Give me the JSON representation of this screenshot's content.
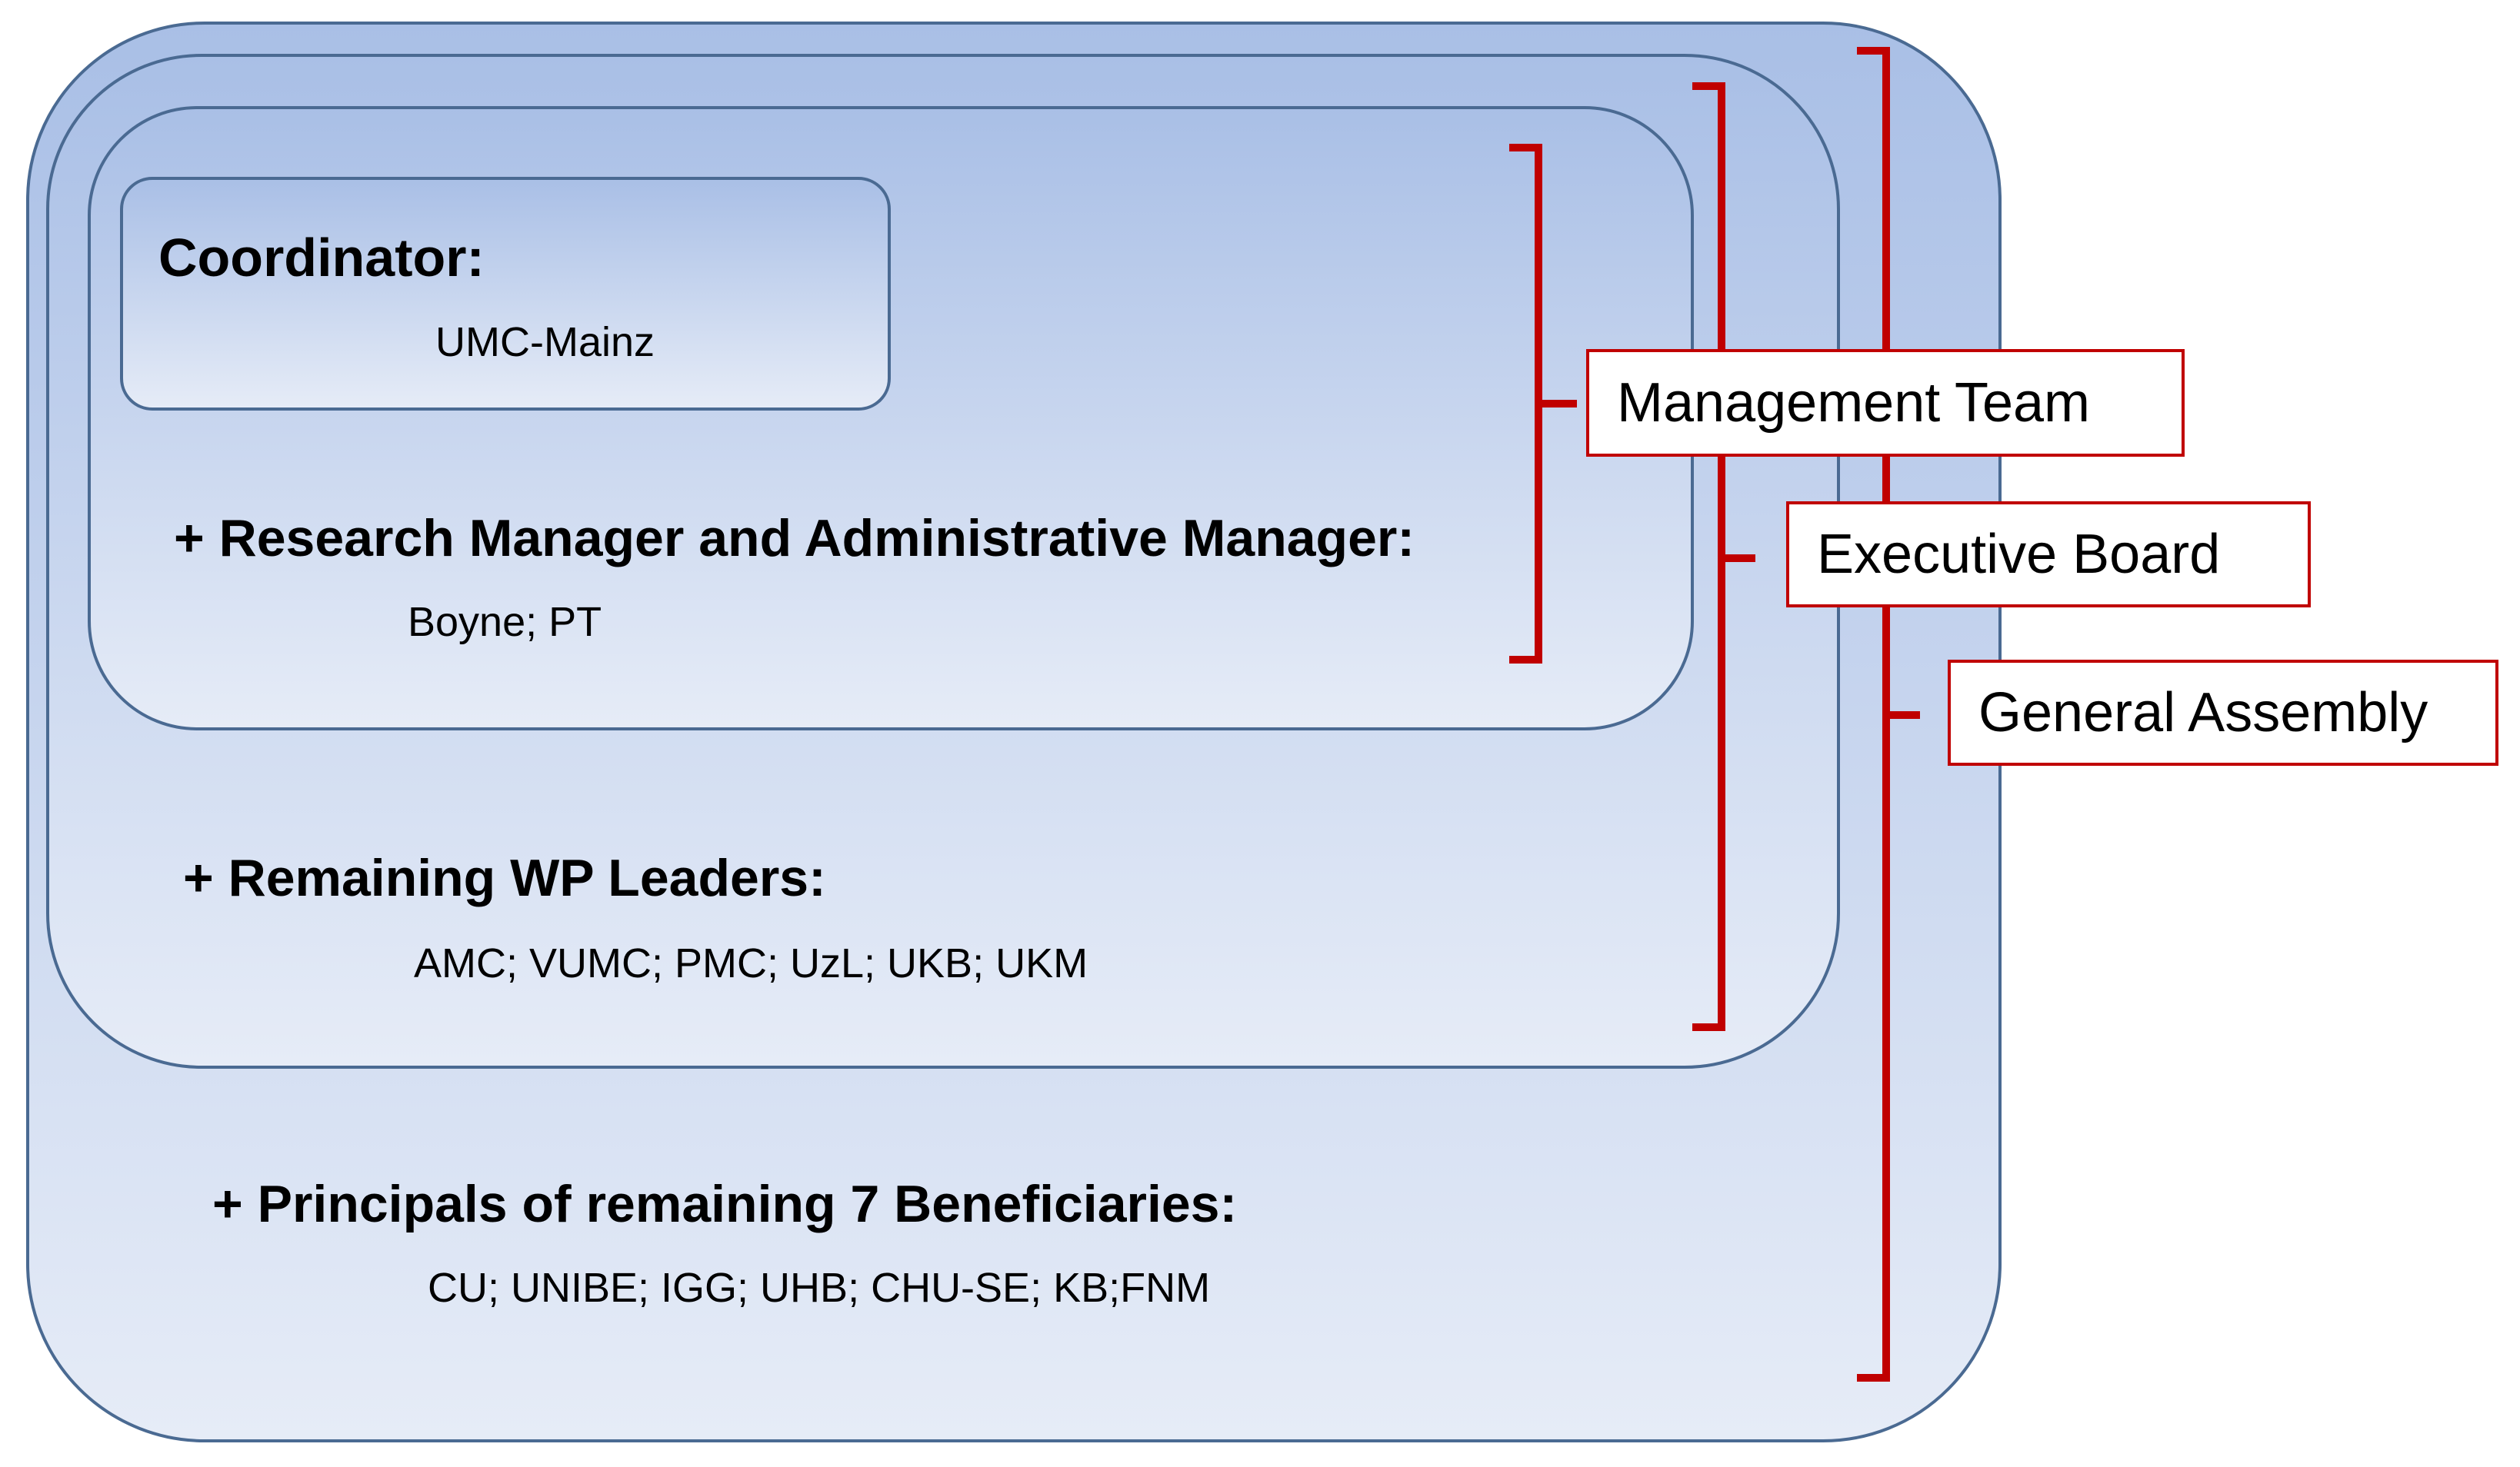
{
  "colors": {
    "panel_top": "#a9bfe6",
    "panel_bottom": "#e6ecf7",
    "panel_border": "#4a6a92",
    "bracket": "#c00000"
  },
  "groups": {
    "coordinator": {
      "heading": "Coordinator:",
      "members": "UMC-Mainz"
    },
    "managers": {
      "heading": "+ Research Manager and Administrative Manager:",
      "members": "Boyne; PT"
    },
    "wp_leaders": {
      "heading": "+ Remaining WP Leaders:",
      "members": "AMC; VUMC; PMC; UzL; UKB; UKM"
    },
    "principals": {
      "heading": "+ Principals of remaining 7 Beneficiaries:",
      "members": "CU; UNIBE; IGG; UHB; CHU-SE; KB;FNM"
    }
  },
  "bodies": {
    "management_team": "Management Team",
    "executive_board": "Executive Board",
    "general_assembly": "General Assembly"
  }
}
